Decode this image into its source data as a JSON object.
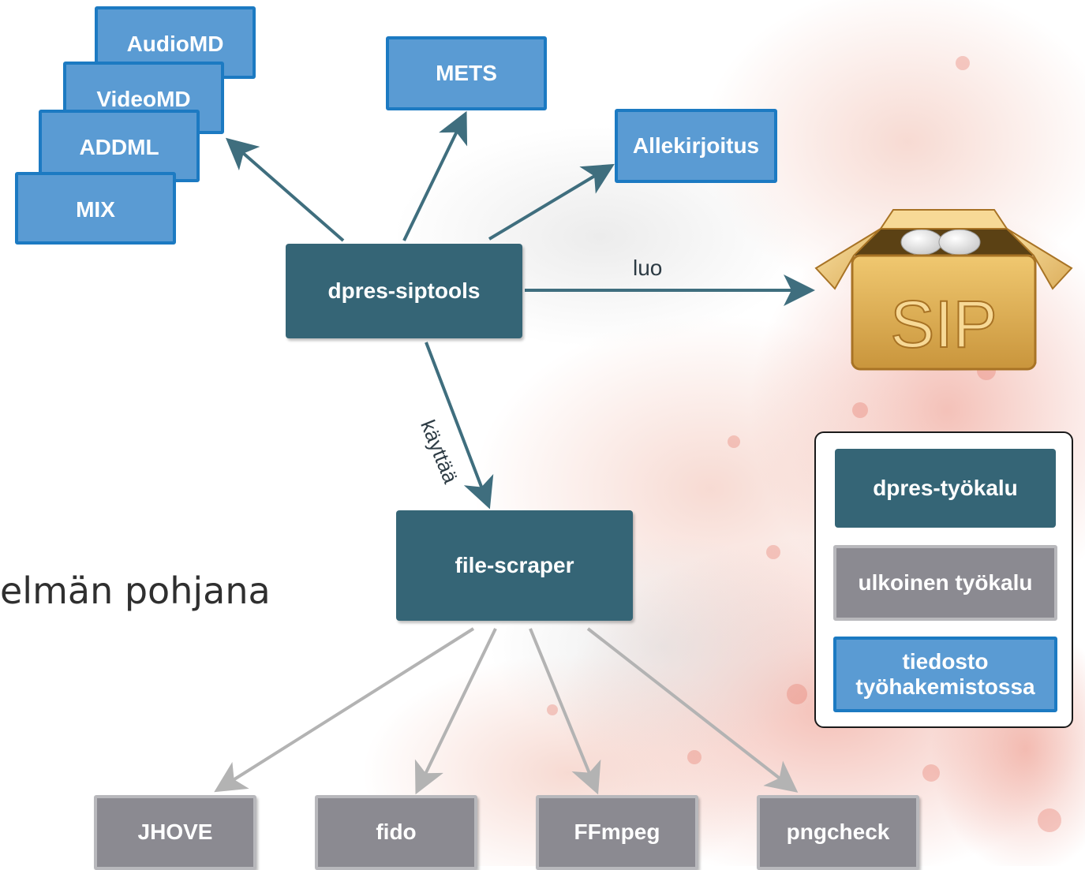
{
  "slide_text_fragment": "elmän pohjana",
  "nodes": {
    "audiomd": "AudioMD",
    "videomd": "VideoMD",
    "addml": "ADDML",
    "mix": "MIX",
    "mets": "METS",
    "allekirjoitus": "Allekirjoitus",
    "dpres_siptools": "dpres-siptools",
    "file_scraper": "file-scraper",
    "jhove": "JHOVE",
    "fido": "fido",
    "ffmpeg": "FFmpeg",
    "pngcheck": "pngcheck"
  },
  "edge_labels": {
    "luo": "luo",
    "kayttaa": "käyttää"
  },
  "sip_label": "SIP",
  "legend": {
    "dpres_tool": "dpres-työkalu",
    "external_tool": "ulkoinen työkalu",
    "file_line1": "tiedosto",
    "file_line2": "työhakemistossa"
  },
  "colors": {
    "file_box": "#5a9bd3",
    "dpres_box": "#356576",
    "external_box": "#8b8a91",
    "dpres_arrow": "#3f6e7e",
    "external_arrow": "#b3b3b3",
    "background_splash": "#e89b8c"
  }
}
